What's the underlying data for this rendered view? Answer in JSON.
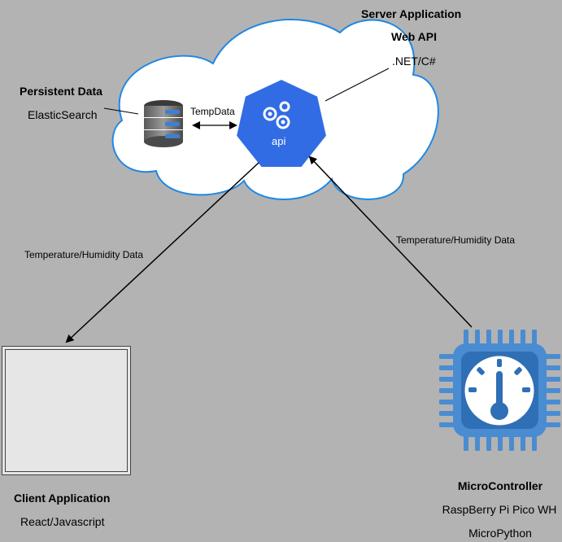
{
  "server": {
    "title": "Server Application",
    "subtitle": "Web API",
    "tech": ".NET/C#",
    "api_label": "api"
  },
  "storage": {
    "title": "Persistent Data",
    "tech": "ElasticSearch"
  },
  "client": {
    "title": "Client Application",
    "tech": "React/Javascript"
  },
  "device": {
    "title": "MicroController",
    "board": "RaspBerry Pi Pico WH",
    "language": "MicroPython"
  },
  "edges": {
    "storage_api": "TempData",
    "api_client": "Temperature/Humidity Data",
    "device_api": "Temperature/Humidity Data"
  },
  "colors": {
    "background": "#b3b3b3",
    "cloud_fill": "#ffffff",
    "cloud_stroke": "#1e88e5",
    "api_blue": "#326ce5",
    "react_purple": "#6f5cf0",
    "chip_blue": "#4a8cd1",
    "chip_dark": "#2f6fb5"
  },
  "icons": [
    "cloud",
    "kubernetes-api-icon",
    "database-icon",
    "react-atom-icon",
    "thermometer-chip-icon"
  ]
}
